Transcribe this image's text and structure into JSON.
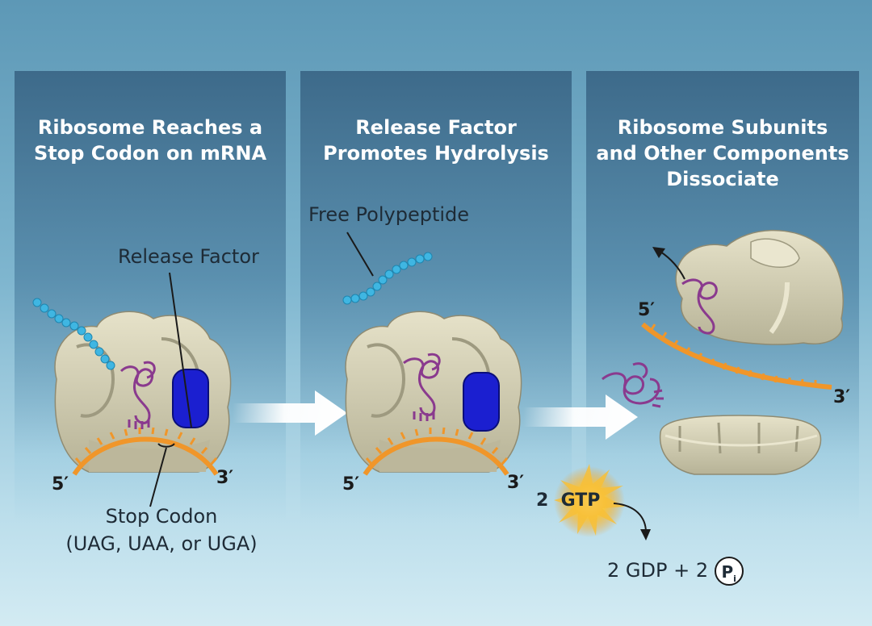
{
  "panels": [
    {
      "title": "Ribosome Reaches a\nStop Codon on mRNA"
    },
    {
      "title": "Release Factor\nPromotes Hydrolysis"
    },
    {
      "title": "Ribosome Subunits\nand Other Components\nDissociate"
    }
  ],
  "labels": {
    "release_factor": "Release Factor",
    "free_polypeptide": "Free Polypeptide",
    "stop_codon": "Stop Codon",
    "stop_codon_detail": "(UAG, UAA, or UGA)",
    "five_prime": "5′",
    "three_prime": "3′",
    "gtp": "2  GTP",
    "gdp_products": "2 GDP + 2",
    "pi_symbol": "P",
    "pi_subscript": "i"
  },
  "colors": {
    "ribosome": "#cfcab0",
    "ribosome_shade": "#a9a58a",
    "mrna": "#f0962a",
    "trna": "#8a3a8e",
    "release_factor": "#1b1fd0",
    "polypeptide": "#3fb6e2",
    "arrow": "#ffffff",
    "gtp_burst": "#f6b632"
  }
}
